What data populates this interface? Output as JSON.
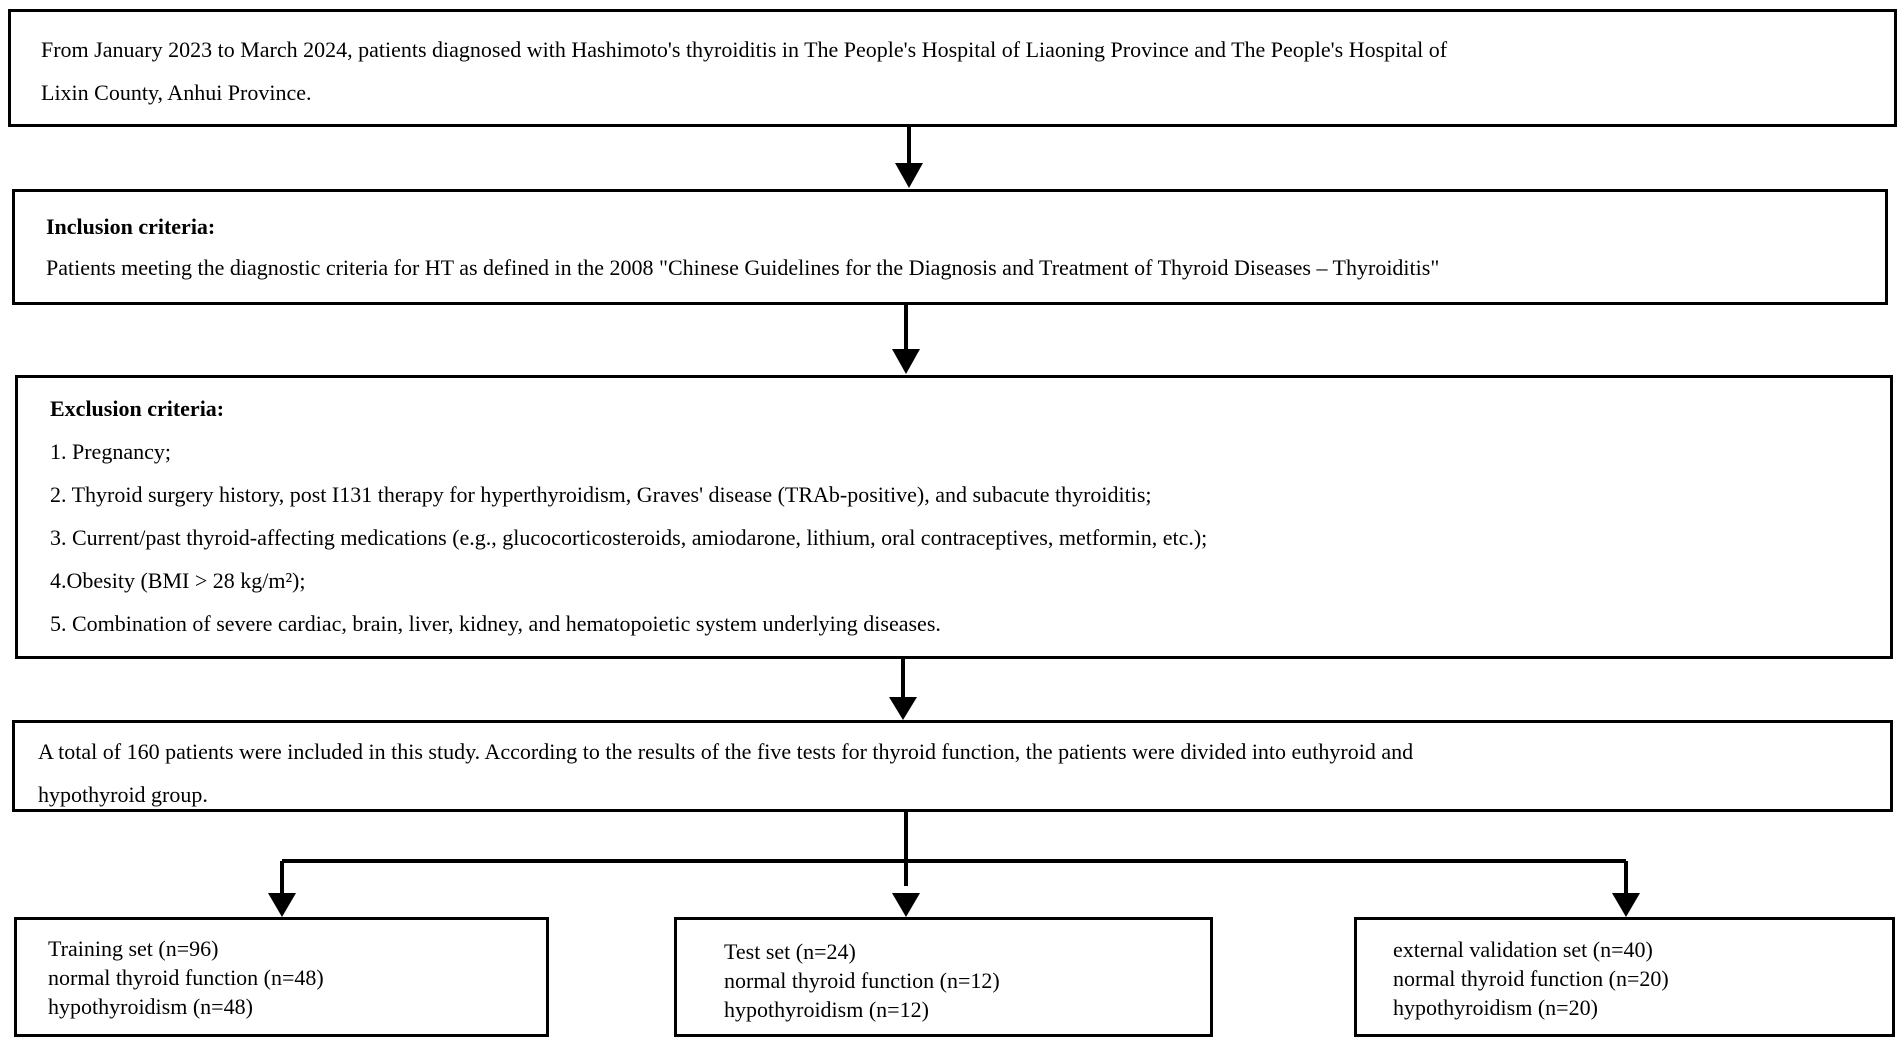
{
  "source_box": {
    "lines": [
      "From January 2023 to March 2024, patients diagnosed with Hashimoto's thyroiditis in The People's Hospital of Liaoning Province and The People's Hospital of",
      "Lixin County, Anhui Province."
    ]
  },
  "inclusion_box": {
    "heading": "Inclusion criteria:",
    "text": "Patients meeting the diagnostic criteria for HT as defined in the 2008 \"Chinese Guidelines for the Diagnosis and Treatment of Thyroid Diseases – Thyroiditis\""
  },
  "exclusion_box": {
    "heading": "Exclusion criteria:",
    "items": [
      "1. Pregnancy;",
      "2. Thyroid surgery history, post I131 therapy for hyperthyroidism, Graves' disease (TRAb-positive), and subacute thyroiditis;",
      "3. Current/past thyroid-affecting medications (e.g., glucocorticosteroids, amiodarone, lithium, oral contraceptives, metformin, etc.);",
      "4.Obesity (BMI > 28 kg/m²);",
      "5. Combination of severe cardiac, brain, liver, kidney, and hematopoietic system underlying diseases."
    ]
  },
  "total_box": {
    "lines": [
      "A total of 160 patients were included in this study. According to the results of the five tests for thyroid function, the patients were divided into euthyroid and",
      "hypothyroid group."
    ]
  },
  "groups": [
    {
      "lines": [
        "Training set (n=96)",
        "normal thyroid function (n=48)",
        "hypothyroidism (n=48)"
      ]
    },
    {
      "lines": [
        "Test set (n=24)",
        "normal thyroid function (n=12)",
        "hypothyroidism (n=12)"
      ]
    },
    {
      "lines": [
        "external validation set (n=40)",
        "normal thyroid function (n=20)",
        "hypothyroidism (n=20)"
      ]
    }
  ],
  "colors": {
    "stroke": "#000000",
    "background": "#ffffff"
  }
}
